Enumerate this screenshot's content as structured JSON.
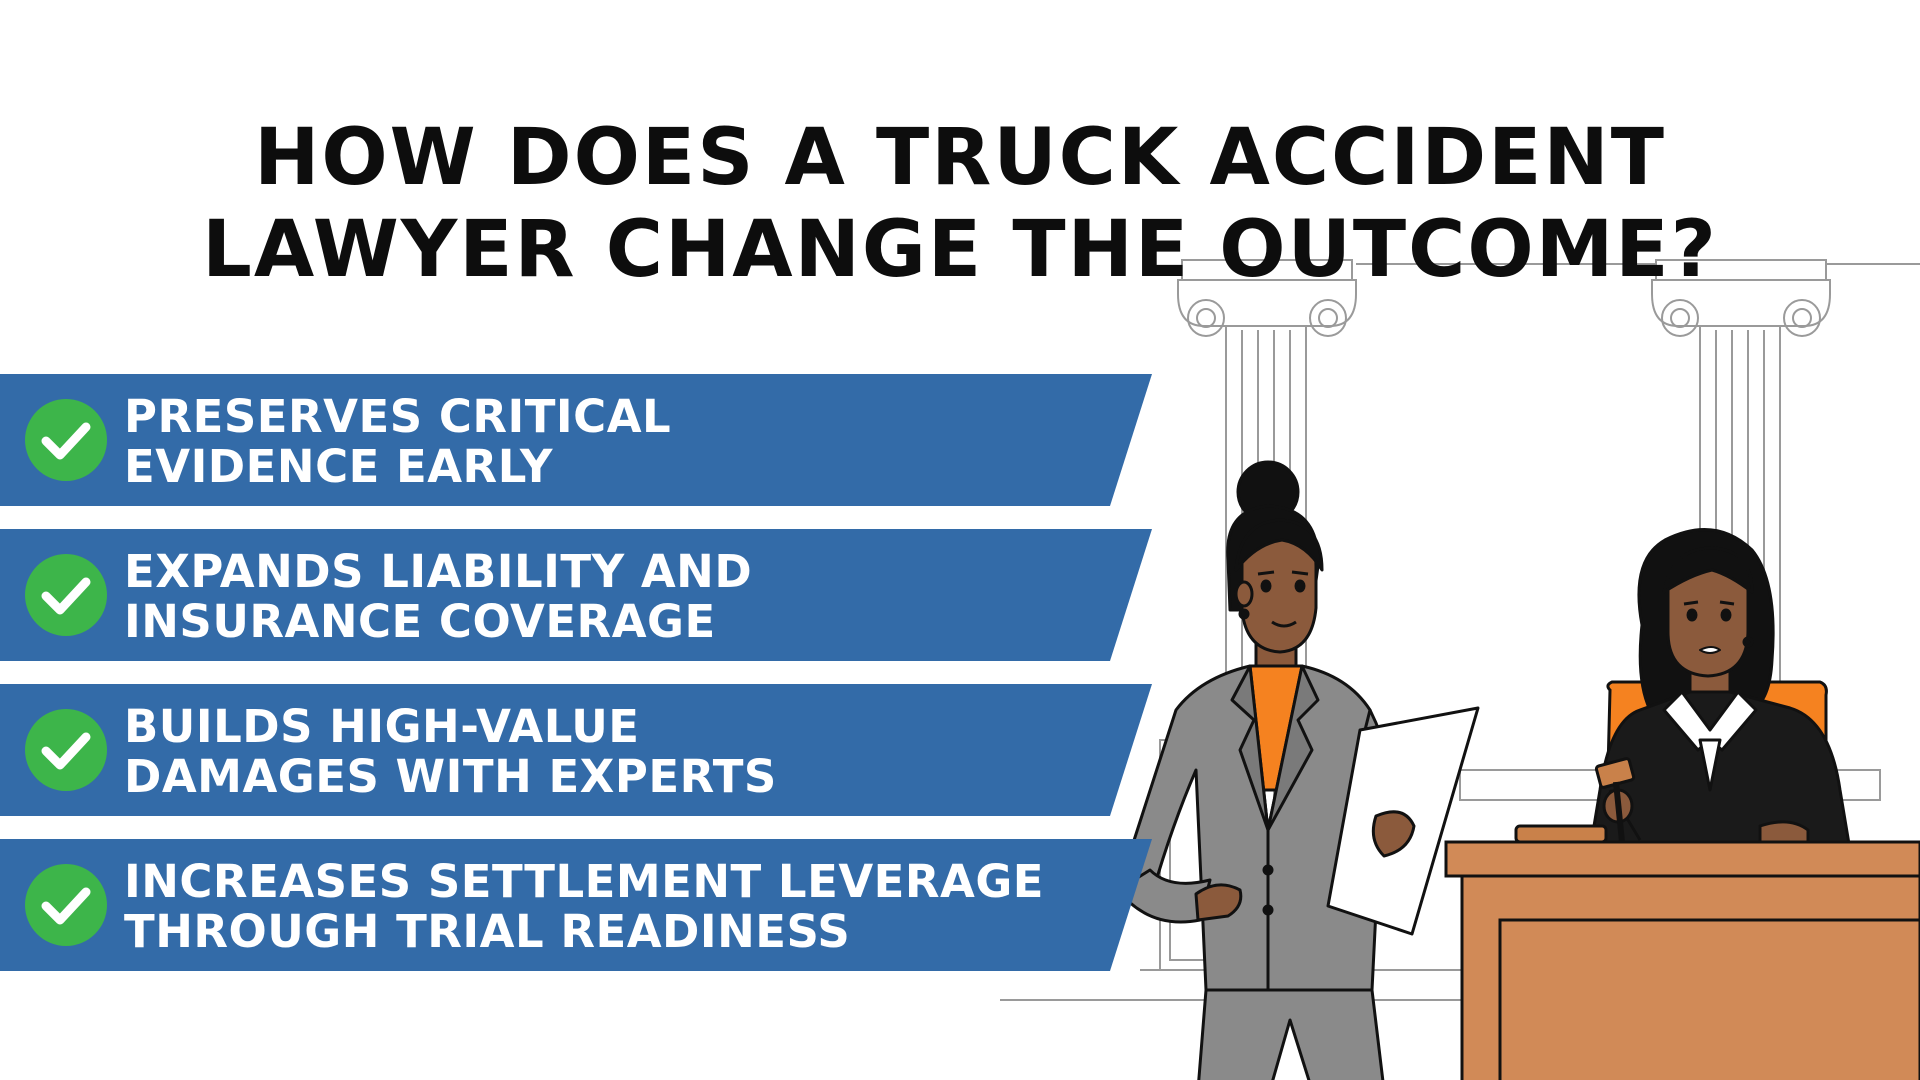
{
  "title": {
    "line1": "HOW DOES A TRUCK ACCIDENT",
    "line2": "LAWYER CHANGE THE OUTCOME?"
  },
  "colors": {
    "banner": "#336ba8",
    "check": "#3db54a",
    "title": "#0d0d0d",
    "suit": "#8a8a8a",
    "accent": "#f58220",
    "desk": "#d18a57",
    "robe": "#1a1a1a"
  },
  "benefits": [
    {
      "text": "PRESERVES CRITICAL\nEVIDENCE EARLY",
      "icon": "check-circle-icon"
    },
    {
      "text": "EXPANDS LIABILITY AND\nINSURANCE COVERAGE",
      "icon": "check-circle-icon"
    },
    {
      "text": "BUILDS HIGH-VALUE\nDAMAGES WITH EXPERTS",
      "icon": "check-circle-icon"
    },
    {
      "text": "INCREASES SETTLEMENT LEVERAGE\nTHROUGH TRIAL READINESS",
      "icon": "check-circle-icon"
    }
  ],
  "illustration": {
    "figures": [
      "lawyer-woman-with-document",
      "judge-with-gavel"
    ],
    "background": "courthouse-columns"
  }
}
